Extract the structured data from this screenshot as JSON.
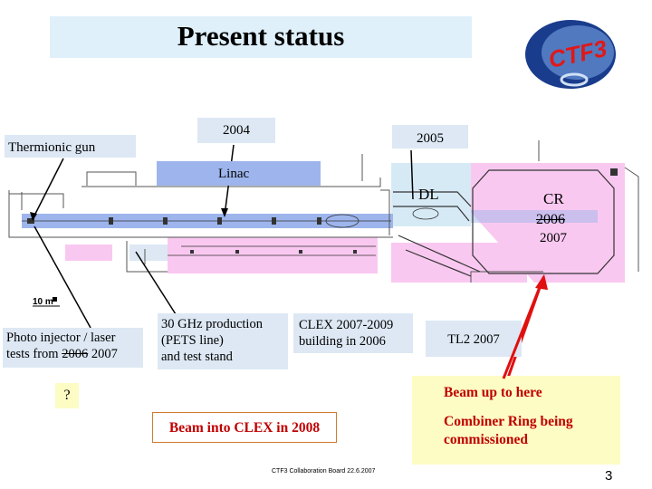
{
  "title": "Present status",
  "logo": {
    "text": "CTF3"
  },
  "labels": {
    "year_2004": "2004",
    "year_2005": "2005",
    "thermionic_gun": "Thermionic gun",
    "linac": "Linac",
    "dl": "DL",
    "cr": "CR",
    "cr_2006": "2006",
    "cr_2007": "2007",
    "scale": "10 m"
  },
  "notes": {
    "photo_injector": {
      "line1": "Photo injector / laser",
      "line2_prefix": "tests from ",
      "line2_struck": "2006",
      "line2_suffix": " 2007"
    },
    "pets": {
      "line1": "30 GHz production",
      "line2": "(PETS line)",
      "line3": "and test stand"
    },
    "clex": {
      "line1": "CLEX 2007-2009",
      "line2": "building in 2006"
    },
    "tl2": "TL2 2007",
    "question": "?",
    "beam_clex": "Beam into CLEX in 2008",
    "beam_up": "Beam up to here",
    "combiner": {
      "line1": "Combiner Ring being",
      "line2": "commissioned"
    }
  },
  "footer": "CTF3 Collaboration Board 22.6.2007",
  "page_number": "3",
  "colors": {
    "title_bg": "#dff0fb",
    "note_bg": "#dde8f4",
    "linac_band": "#9db5ec",
    "ring_area": "#f9c8f0",
    "dl_area": "#d6eaf6",
    "highlight_yellow": "#fdfcc4",
    "accent_red": "#c00000",
    "arrow_red": "#e01010"
  }
}
